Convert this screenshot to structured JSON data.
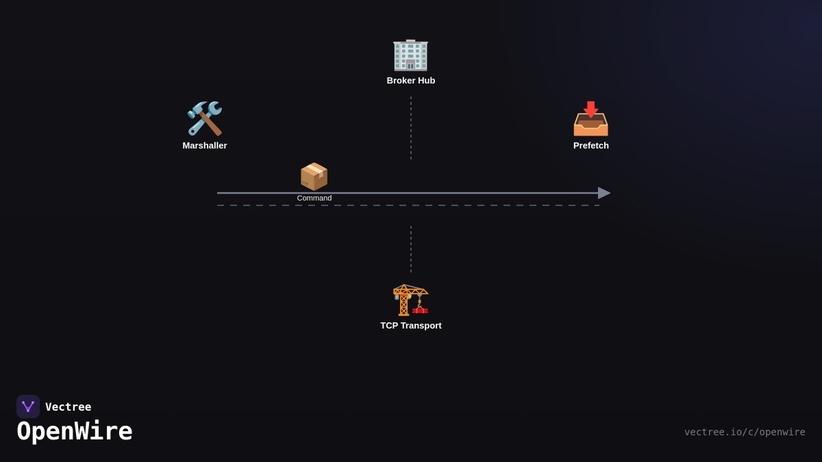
{
  "diagram": {
    "nodes": {
      "broker": {
        "emoji": "🏢",
        "icon": "office-building-icon",
        "label": "Broker Hub"
      },
      "marshaller": {
        "emoji": "🛠️",
        "icon": "tools-icon",
        "label": "Marshaller"
      },
      "prefetch": {
        "emoji": "📥",
        "icon": "inbox-tray-icon",
        "label": "Prefetch"
      },
      "transport": {
        "emoji": "🏗️",
        "icon": "construction-crane-icon",
        "label": "TCP Transport"
      }
    },
    "packet": {
      "emoji": "📦",
      "icon": "package-icon",
      "label": "Command"
    },
    "colors": {
      "arrow": "#7a8191",
      "dashed": "#5f6675",
      "accent": "#a855f7"
    }
  },
  "brand": {
    "name": "Vectree",
    "logo": "vectree-logo-icon"
  },
  "footer": {
    "title": "OpenWire",
    "url": "vectree.io/c/openwire"
  }
}
